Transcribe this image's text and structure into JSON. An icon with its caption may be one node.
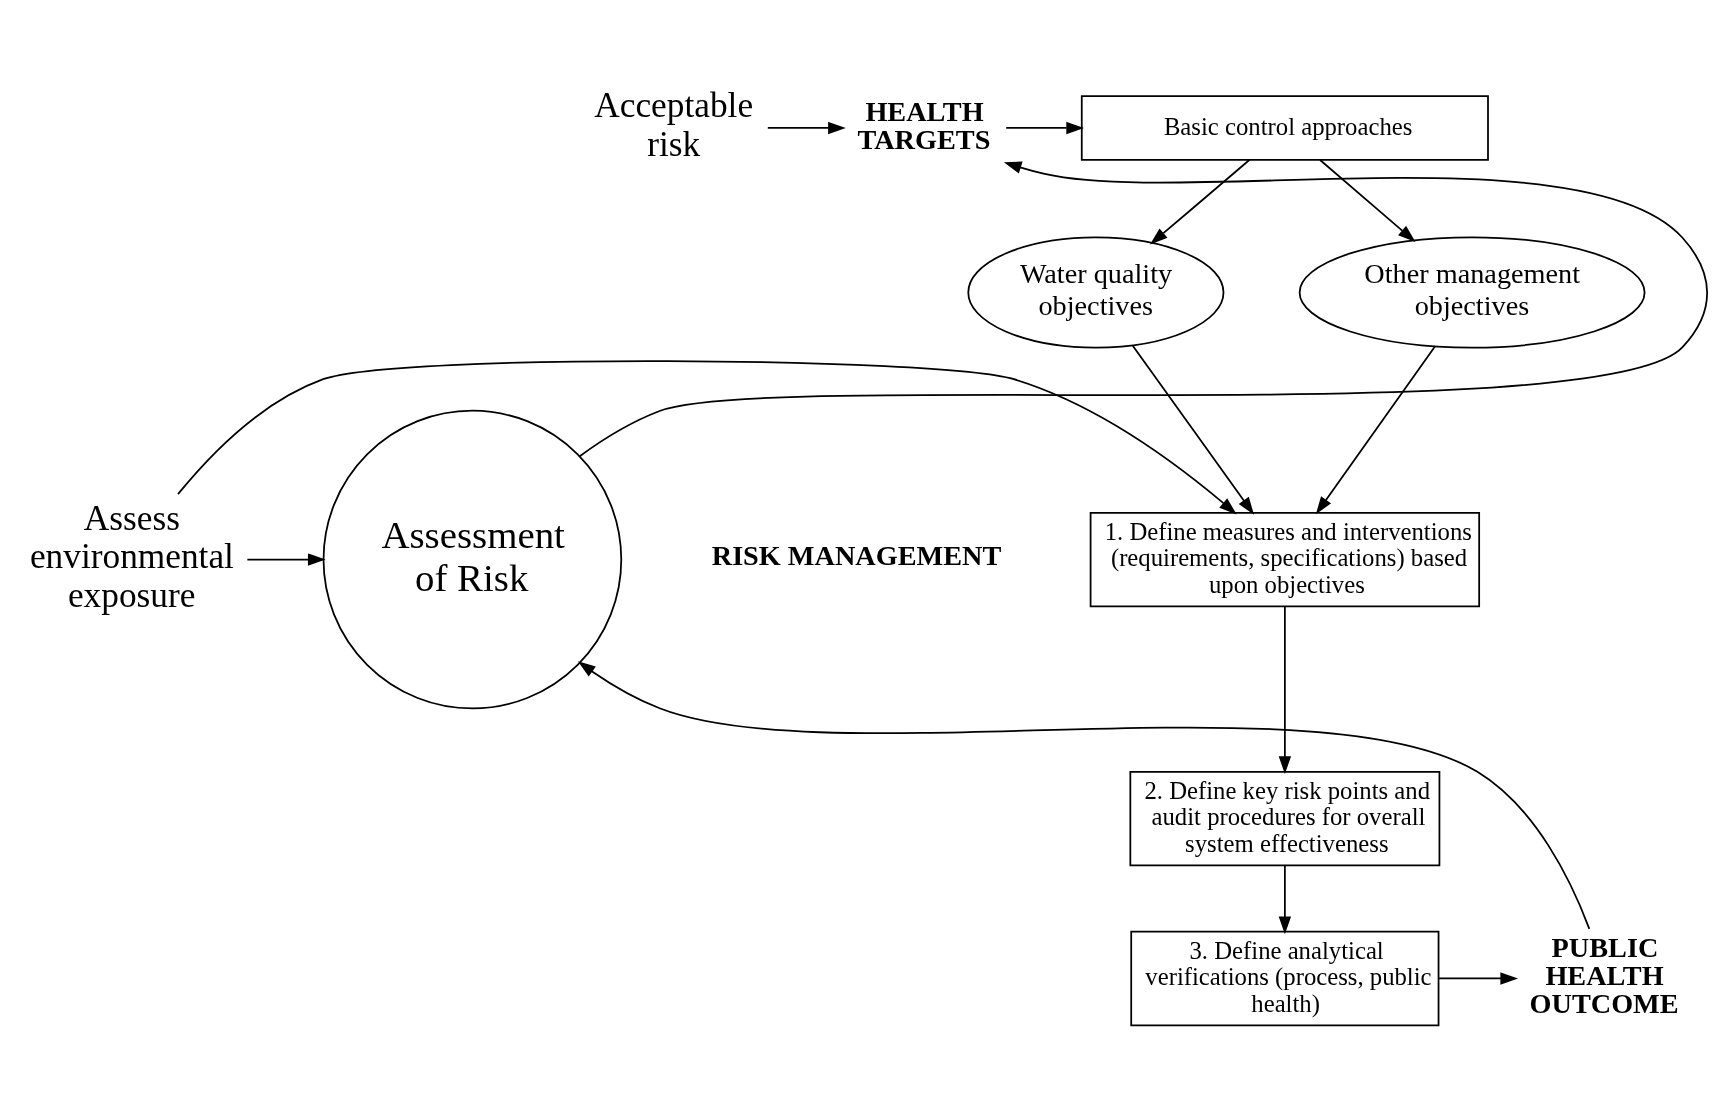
{
  "diagram": {
    "nodes": [
      {
        "text": [
          "Basic control approaches"
        ]
      },
      {
        "text": [
          "HEALTH TARGETS"
        ]
      },
      {
        "text": [
          "Acceptable risk"
        ]
      },
      {
        "text": [
          "Water quality objectives"
        ]
      },
      {
        "text": [
          "Other management objectives"
        ]
      },
      {
        "text": [
          "1. Define measures and interventions (requirements, specifications) based upon objectives"
        ]
      },
      {
        "text": [
          "Assess environmental exposure"
        ]
      },
      {
        "text": [
          "Assessment of Risk"
        ]
      },
      {
        "text": [
          "2. Define key risk points and audit procedures for overall system effectiveness"
        ]
      },
      {
        "text": [
          "3. Define analytical verifications (process, public health)"
        ]
      },
      {
        "text": [
          "PUBLIC HEALTH OUTCOME"
        ]
      }
    ],
    "edges": [
      {
        "from": 1,
        "to": 0,
        "arrow": "to"
      },
      {
        "from": 2,
        "to": 1,
        "arrow": "to"
      },
      {
        "from": 7,
        "to": 1,
        "arrow": "to"
      },
      {
        "from": 0,
        "to": 3,
        "arrow": "to"
      },
      {
        "from": 0,
        "to": 4,
        "arrow": "to"
      },
      {
        "from": 3,
        "to": 5,
        "arrow": "to"
      },
      {
        "from": 4,
        "to": 5,
        "arrow": "to"
      },
      {
        "from": 6,
        "to": 5,
        "arrow": "to"
      },
      {
        "from": 6,
        "to": 7,
        "arrow": "to"
      },
      {
        "from": 5,
        "to": 8,
        "arrow": "to"
      },
      {
        "from": 8,
        "to": 9,
        "arrow": "to"
      },
      {
        "from": 9,
        "to": 10,
        "arrow": "to"
      },
      {
        "from": 10,
        "to": 7,
        "arrow": "to"
      }
    ],
    "labels": [
      "RISK MANAGEMENT"
    ]
  }
}
